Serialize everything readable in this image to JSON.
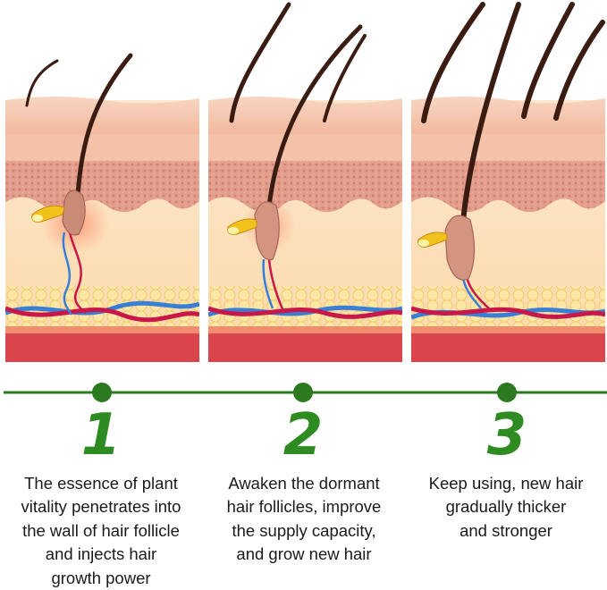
{
  "steps": [
    {
      "number": "1",
      "text": "The essence of plant\nvitality penetrates into\nthe wall of hair follicle\nand injects hair\ngrowth power"
    },
    {
      "number": "2",
      "text": "Awaken the dormant\nhair follicles, improve\nthe supply capacity,\nand grow new hair"
    },
    {
      "number": "3",
      "text": "Keep using, new hair\ngradually thicker\nand stronger"
    }
  ],
  "colors": {
    "accent_green": "#2e8b22",
    "timeline_green": "#2b7a1f",
    "skin_top": "#f6c9b0",
    "dermis": "#e8a08e",
    "tissue": "#fbe3c4",
    "fat": "#fbe09a",
    "base_red": "#d9454a",
    "hair": "#3a1c12",
    "artery": "#c8174a",
    "vein": "#3a7fd6"
  }
}
